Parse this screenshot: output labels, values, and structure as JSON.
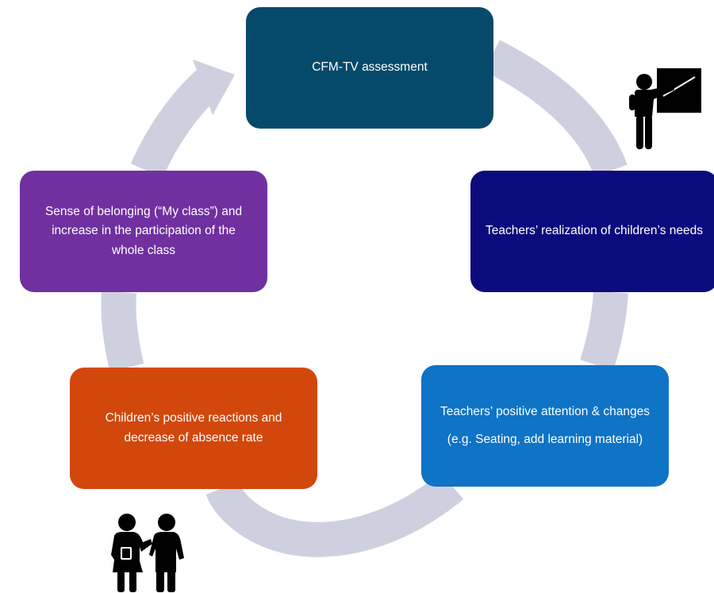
{
  "colors": {
    "ring": "#cfd0df",
    "stage_1": "#064a6b",
    "stage_2": "#0c0b7d",
    "stage_3": "#0f73c6",
    "stage_4": "#d2470b",
    "stage_5": "#7030a0",
    "icon": "#000000"
  },
  "icons": {
    "teacher": "teacher-at-board-icon",
    "children": "children-students-icon"
  },
  "stages": [
    {
      "paragraphs": [
        "CFM-TV assessment"
      ]
    },
    {
      "paragraphs": [
        "Teachers’ realization of children’s needs"
      ]
    },
    {
      "paragraphs": [
        "Teachers’ positive attention & changes",
        "(e.g. Seating, add learning material)"
      ]
    },
    {
      "paragraphs": [
        "Children’s positive reactions and decrease of absence rate"
      ]
    },
    {
      "paragraphs": [
        "Sense of belonging (“My class”) and increase in the participation of the whole class"
      ]
    }
  ]
}
